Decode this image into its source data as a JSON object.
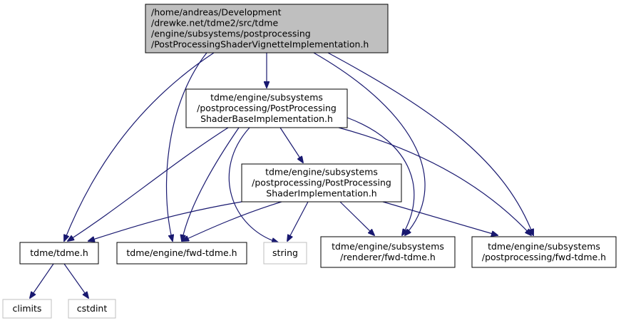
{
  "graph": {
    "colors": {
      "edge": "#191970",
      "root_fill": "#bfbfbf",
      "node_fill": "#ffffff",
      "node_border": "#000000",
      "external_border": "#bfbfbf"
    },
    "nodes": [
      {
        "id": "root",
        "kind": "root",
        "lines": [
          "/home/andreas/Development",
          "/drewke.net/tdme2/src/tdme",
          "/engine/subsystems/postprocessing",
          "/PostProcessingShaderVignetteImplementation.h"
        ]
      },
      {
        "id": "base",
        "kind": "normal",
        "lines": [
          "tdme/engine/subsystems",
          "/postprocessing/PostProcessing",
          "ShaderBaseImplementation.h"
        ]
      },
      {
        "id": "impl",
        "kind": "normal",
        "lines": [
          "tdme/engine/subsystems",
          "/postprocessing/PostProcessing",
          "ShaderImplementation.h"
        ]
      },
      {
        "id": "tdmeh",
        "kind": "normal",
        "lines": [
          "tdme/tdme.h"
        ]
      },
      {
        "id": "engfwd",
        "kind": "normal",
        "lines": [
          "tdme/engine/fwd-tdme.h"
        ]
      },
      {
        "id": "string",
        "kind": "external",
        "lines": [
          "string"
        ]
      },
      {
        "id": "rendfwd",
        "kind": "normal",
        "lines": [
          "tdme/engine/subsystems",
          "/renderer/fwd-tdme.h"
        ]
      },
      {
        "id": "ppfwd",
        "kind": "normal",
        "lines": [
          "tdme/engine/subsystems",
          "/postprocessing/fwd-tdme.h"
        ]
      },
      {
        "id": "climits",
        "kind": "external",
        "lines": [
          "climits"
        ]
      },
      {
        "id": "cstdint",
        "kind": "external",
        "lines": [
          "cstdint"
        ]
      }
    ],
    "edges": [
      [
        "root",
        "base"
      ],
      [
        "root",
        "tdmeh"
      ],
      [
        "root",
        "engfwd"
      ],
      [
        "root",
        "rendfwd"
      ],
      [
        "root",
        "ppfwd"
      ],
      [
        "base",
        "impl"
      ],
      [
        "base",
        "tdmeh"
      ],
      [
        "base",
        "engfwd"
      ],
      [
        "base",
        "string"
      ],
      [
        "base",
        "rendfwd"
      ],
      [
        "base",
        "ppfwd"
      ],
      [
        "impl",
        "tdmeh"
      ],
      [
        "impl",
        "engfwd"
      ],
      [
        "impl",
        "string"
      ],
      [
        "impl",
        "rendfwd"
      ],
      [
        "impl",
        "ppfwd"
      ],
      [
        "tdmeh",
        "climits"
      ],
      [
        "tdmeh",
        "cstdint"
      ]
    ]
  }
}
